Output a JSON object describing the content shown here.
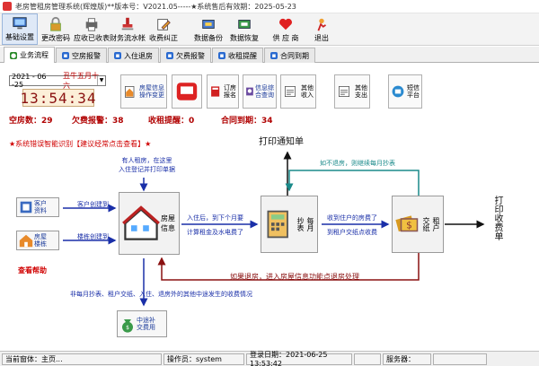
{
  "window": {
    "title": "老房管租房管理系统(辉煌版)**版本号：V2021.05-----★系统售后有效期：2025-05-23"
  },
  "toolbar": [
    {
      "label": "基础设置",
      "icon": "settings-icon"
    },
    {
      "label": "更改密码",
      "icon": "lock-icon"
    },
    {
      "label": "应收已收表",
      "icon": "printer-icon"
    },
    {
      "label": "财务流水帐",
      "icon": "stamp-icon"
    },
    {
      "label": "收费纠正",
      "icon": "pencil-icon"
    },
    {
      "label": "数据备份",
      "icon": "backup-icon"
    },
    {
      "label": "数据恢复",
      "icon": "restore-icon"
    },
    {
      "label": "供 应 商",
      "icon": "heart-icon"
    },
    {
      "label": "退出",
      "icon": "exit-icon"
    }
  ],
  "tabs": [
    "业务流程",
    "空房报警",
    "入住退房",
    "欠费报警",
    "收租提醒",
    "合同到期"
  ],
  "date": {
    "value": "2021 - 06 -25",
    "lunar": "丑牛五月十六"
  },
  "clock": "13:54:34",
  "quick_buttons": [
    {
      "label": "房屋信息\n操作变更",
      "icon": "house-doc-icon"
    },
    {
      "label": "",
      "icon": "phone-icon"
    },
    {
      "label": "订房\n报名",
      "icon": "book-icon"
    },
    {
      "label": "信息综\n合查询",
      "icon": "search-doc-icon"
    },
    {
      "label": "其他\n收入",
      "icon": "income-icon"
    },
    {
      "label": "其他\n支出",
      "icon": "expense-icon"
    },
    {
      "label": "短信\n平台",
      "icon": "sms-icon"
    }
  ],
  "stats": [
    {
      "label": "空房数：",
      "value": "29"
    },
    {
      "label": "欠费报警：",
      "value": "38"
    },
    {
      "label": "收租提醒：",
      "value": "0"
    },
    {
      "label": "合同到期：",
      "value": "34"
    }
  ],
  "warn_text": "★系统错误智能识别【建议经常点击查看】★",
  "flow": {
    "customer_btn": "客户\n资料",
    "house_btn": "房屋\n楼栋",
    "help": "查看帮助",
    "customer_arrow": "客户创建到",
    "house_arrow": "楼栋创建到",
    "house_info": "房屋\n信息",
    "new_tenant": "有人租房，在这里\n入住登记并打印单据",
    "checkin_top": "入住后，到下个月要",
    "checkin_bottom": "计算租金及水电费了",
    "meter": "每月\n抄表",
    "print_notice": "打印通知单",
    "no_checkout": "如不退房，则继续每月抄表",
    "rent_top": "收到住户的房费了",
    "rent_bottom": "到租户交纸点收费",
    "rent_collect": "租户\n交纸",
    "print_receipt": "打印收费单",
    "checkout": "如果退房，进入房屋信息功能点退房处理",
    "other_fee": "非每月抄表、租户交纸、入住、退房外的其他中途发生的收费情况",
    "midway": "中途补\n交费用"
  },
  "statusbar": {
    "window_label": "当前窗体：主页...",
    "operator": "操作员：system",
    "login": "登录日期：2021-06-25 13:53:42",
    "server": "服务器："
  }
}
